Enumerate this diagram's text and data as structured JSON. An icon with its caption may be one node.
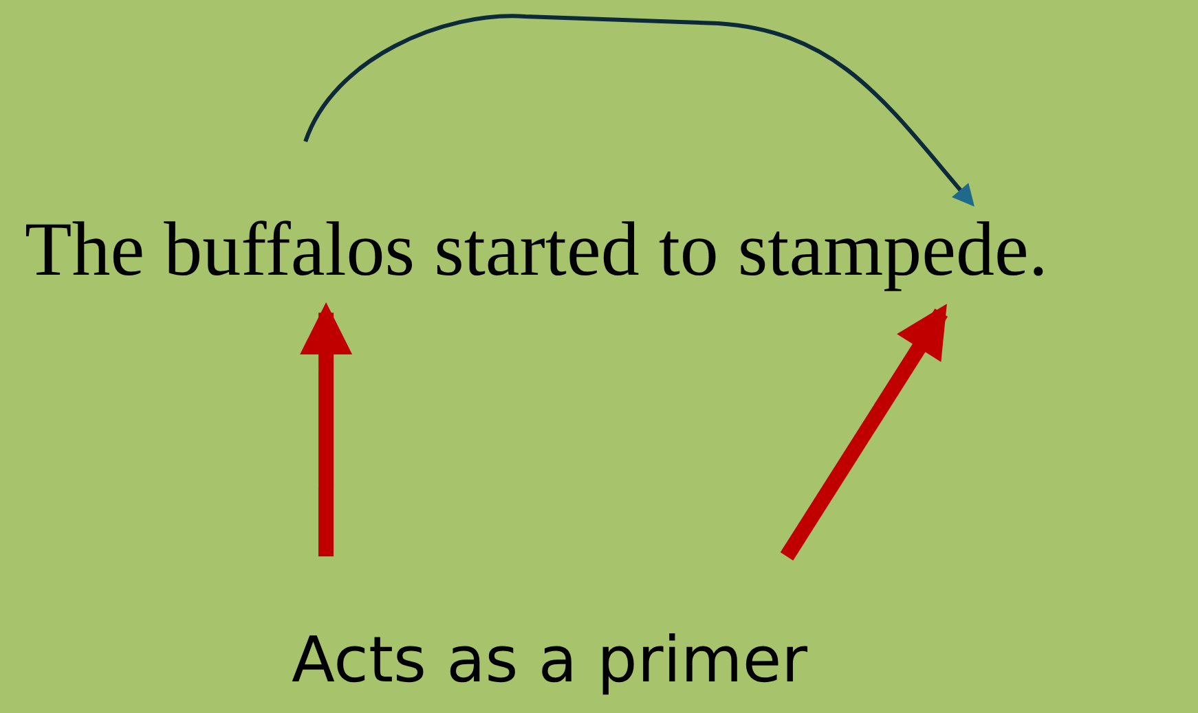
{
  "diagram": {
    "nodes": [
      {
        "text": [
          "buffalos"
        ]
      },
      {
        "text": [
          "stampede."
        ]
      },
      {
        "text": [
          "Acts as a primer"
        ]
      }
    ],
    "edges": [
      {
        "from": 0,
        "to": 1,
        "arrow": "to",
        "color": "#0d2a3a"
      },
      {
        "from": 2,
        "to": 0,
        "arrow": "to"
      },
      {
        "from": 2,
        "to": 1,
        "arrow": "to"
      }
    ],
    "labels": [
      "The",
      "started to"
    ]
  }
}
